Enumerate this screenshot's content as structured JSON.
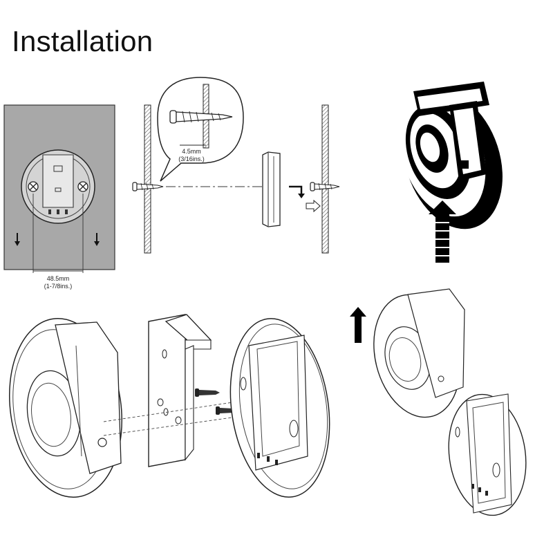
{
  "title": "Installation",
  "screw_spec": {
    "metric": "4.5mm",
    "imperial": "(3/16ins.)"
  },
  "hole_spacing": {
    "metric": "48.5mm",
    "imperial": "(1-7/8ins.)"
  },
  "colors": {
    "line": "#222222",
    "wall": "#a8a8a8",
    "wall_panel": "#9c9c9c",
    "fill_dark": "#000000",
    "background": "#ffffff"
  }
}
